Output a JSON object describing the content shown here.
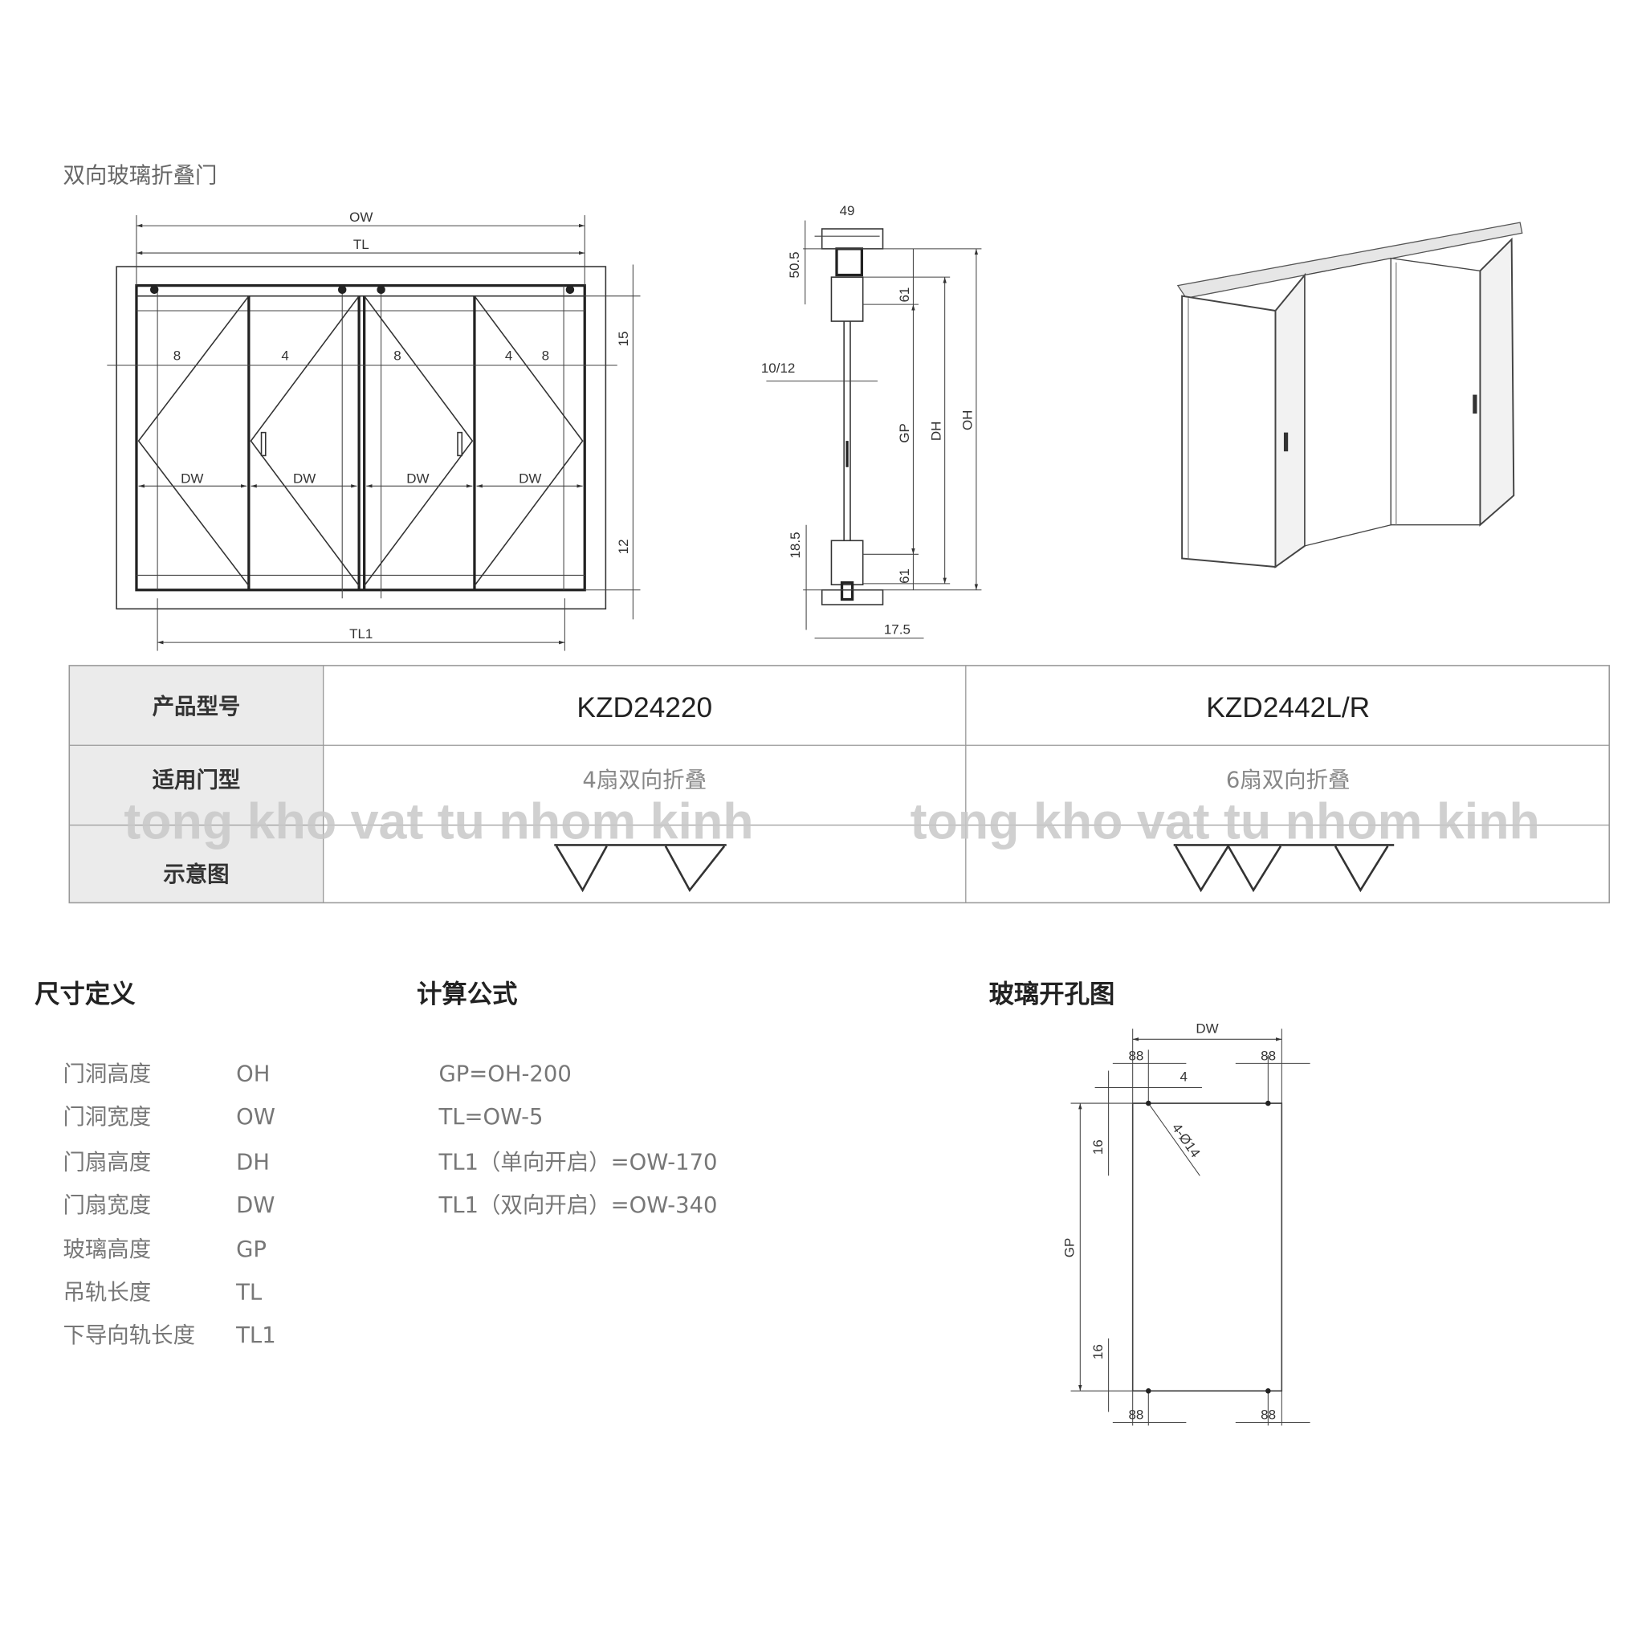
{
  "title": "双向玻璃折叠门",
  "front_view": {
    "ow": "OW",
    "tl": "TL",
    "tl1": "TL1",
    "dw": "DW",
    "dims": [
      "8",
      "4",
      "8",
      "4",
      "8"
    ],
    "dim_15": "15",
    "dim_12": "12"
  },
  "side_view": {
    "d49": "49",
    "d50_5": "50.5",
    "d61_top": "61",
    "d10_12": "10/12",
    "gp": "GP",
    "dh": "DH",
    "oh": "OH",
    "d18_5": "18.5",
    "d61_bottom": "61",
    "d17_5": "17.5"
  },
  "table": {
    "rows": [
      {
        "label": "产品型号",
        "col1": "KZD24220",
        "col2": "KZD2442L/R"
      },
      {
        "label": "适用门型",
        "col1": "4扇双向折叠",
        "col2": "6扇双向折叠"
      },
      {
        "label": "示意图"
      }
    ],
    "watermark": "tong kho vat tu nhom kinh"
  },
  "definitions": {
    "heading": "尺寸定义",
    "items": [
      {
        "name": "门洞高度",
        "code": "OH"
      },
      {
        "name": "门洞宽度",
        "code": "OW"
      },
      {
        "name": "门扇高度",
        "code": "DH"
      },
      {
        "name": "门扇宽度",
        "code": "DW"
      },
      {
        "name": "玻璃高度",
        "code": "GP"
      },
      {
        "name": "吊轨长度",
        "code": "TL"
      },
      {
        "name": "下导向轨长度",
        "code": "TL1"
      }
    ]
  },
  "formulas": {
    "heading": "计算公式",
    "items": [
      "GP=OH-200",
      "TL=OW-5",
      "TL1（单向开启）=OW-170",
      "TL1（双向开启）=OW-340"
    ]
  },
  "glass_hole": {
    "heading": "玻璃开孔图",
    "dw": "DW",
    "d88": "88",
    "d4": "4",
    "hole": "4-Ø14",
    "d16": "16",
    "gp": "GP"
  }
}
